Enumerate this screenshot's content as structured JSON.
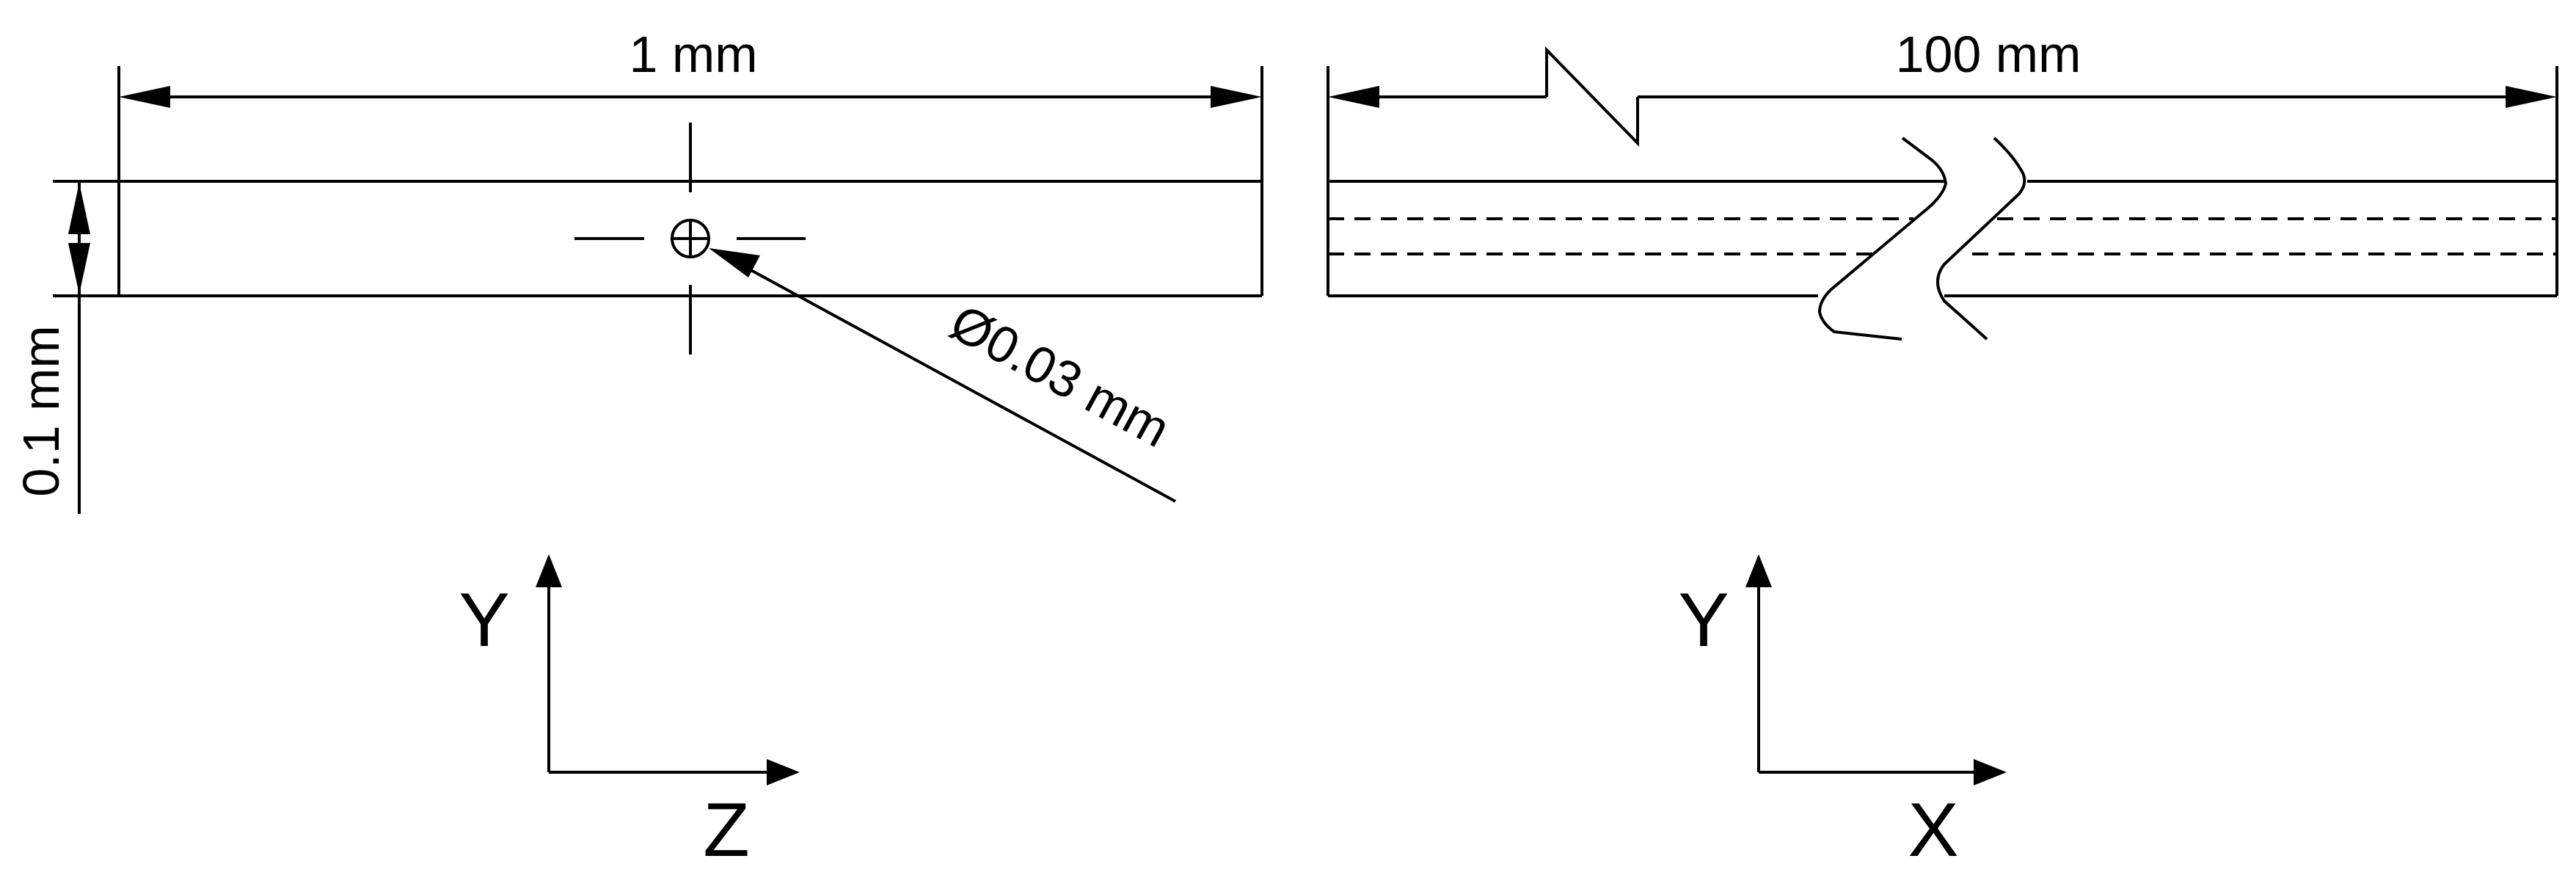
{
  "views": {
    "cross_section": {
      "width_dimension": "1 mm",
      "height_dimension": "0.1 mm",
      "hole_dimension": "Ø0.03 mm",
      "axes": {
        "vertical": "Y",
        "horizontal": "Z"
      }
    },
    "side_view": {
      "length_dimension": "100 mm",
      "axes": {
        "vertical": "Y",
        "horizontal": "X"
      }
    }
  },
  "colors": {
    "line": "#000000",
    "background": "#ffffff"
  },
  "icons": [
    "arrowhead-icon",
    "break-symbol-icon",
    "centermark-icon"
  ]
}
